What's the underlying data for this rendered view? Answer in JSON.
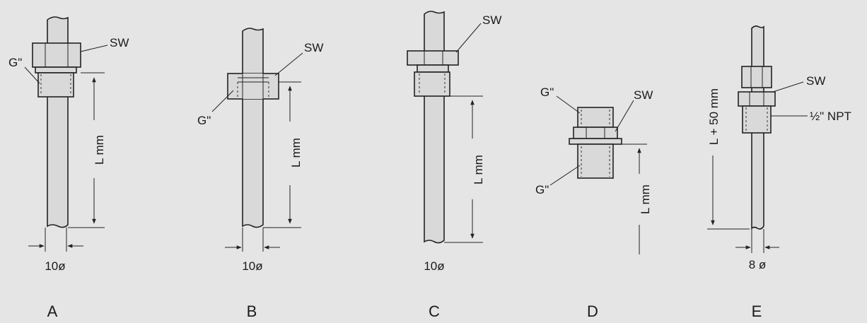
{
  "colors": {
    "background": "#e5e5e5",
    "line": "#222222",
    "fill": "#d9d9d9"
  },
  "fittings": [
    {
      "id": "A",
      "letter": "A",
      "sw": "SW",
      "thread": "G\"",
      "length": "L mm",
      "diameter": "10ø"
    },
    {
      "id": "B",
      "letter": "B",
      "sw": "SW",
      "thread": "G\"",
      "length": "L mm",
      "diameter": "10ø"
    },
    {
      "id": "C",
      "letter": "C",
      "sw": "SW",
      "length": "L mm",
      "diameter": "10ø"
    },
    {
      "id": "D",
      "letter": "D",
      "sw": "SW",
      "thread_top": "G\"",
      "thread_bottom": "G\"",
      "length": "L mm"
    },
    {
      "id": "E",
      "letter": "E",
      "sw": "SW",
      "thread": "½\" NPT",
      "length": "L + 50 mm",
      "diameter": "8 ø"
    }
  ]
}
